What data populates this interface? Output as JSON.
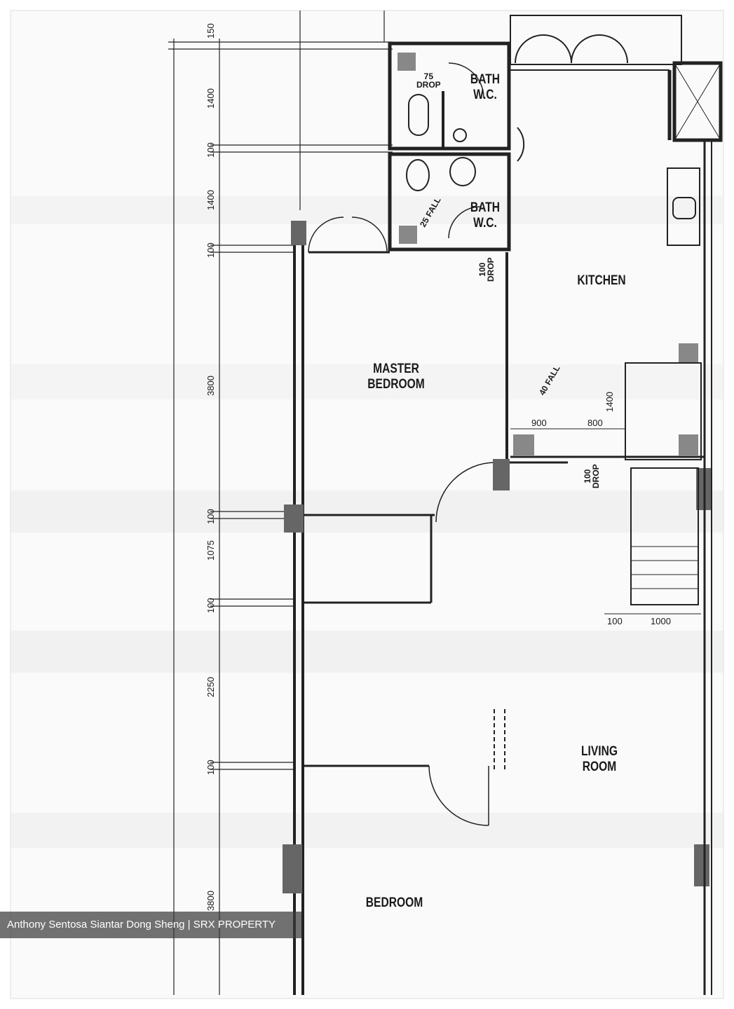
{
  "rooms": {
    "bath_top_label": "BATH\nW.C.",
    "bath_mid_label": "BATH\nW.C.",
    "kitchen": "KITCHEN",
    "master_bedroom": "MASTER\nBEDROOM",
    "living_room": "LIVING\nROOM",
    "bedroom": "BEDROOM"
  },
  "notes": {
    "drop_75": "75\nDROP",
    "fall_25": "25 FALL",
    "drop_100_a": "100\nDROP",
    "fall_40": "40 FALL",
    "drop_100_b": "100\nDROP"
  },
  "dimensions": {
    "vertical": [
      "150",
      "1400",
      "100",
      "1400",
      "100",
      "3800",
      "100",
      "1075",
      "100",
      "2250",
      "100",
      "3800"
    ],
    "kitchen_h_900": "900",
    "kitchen_h_800": "800",
    "kitchen_v_1400": "1400",
    "stair_100": "100",
    "stair_1000": "1000"
  },
  "watermark": "Anthony Sentosa Siantar Dong Sheng | SRX PROPERTY"
}
